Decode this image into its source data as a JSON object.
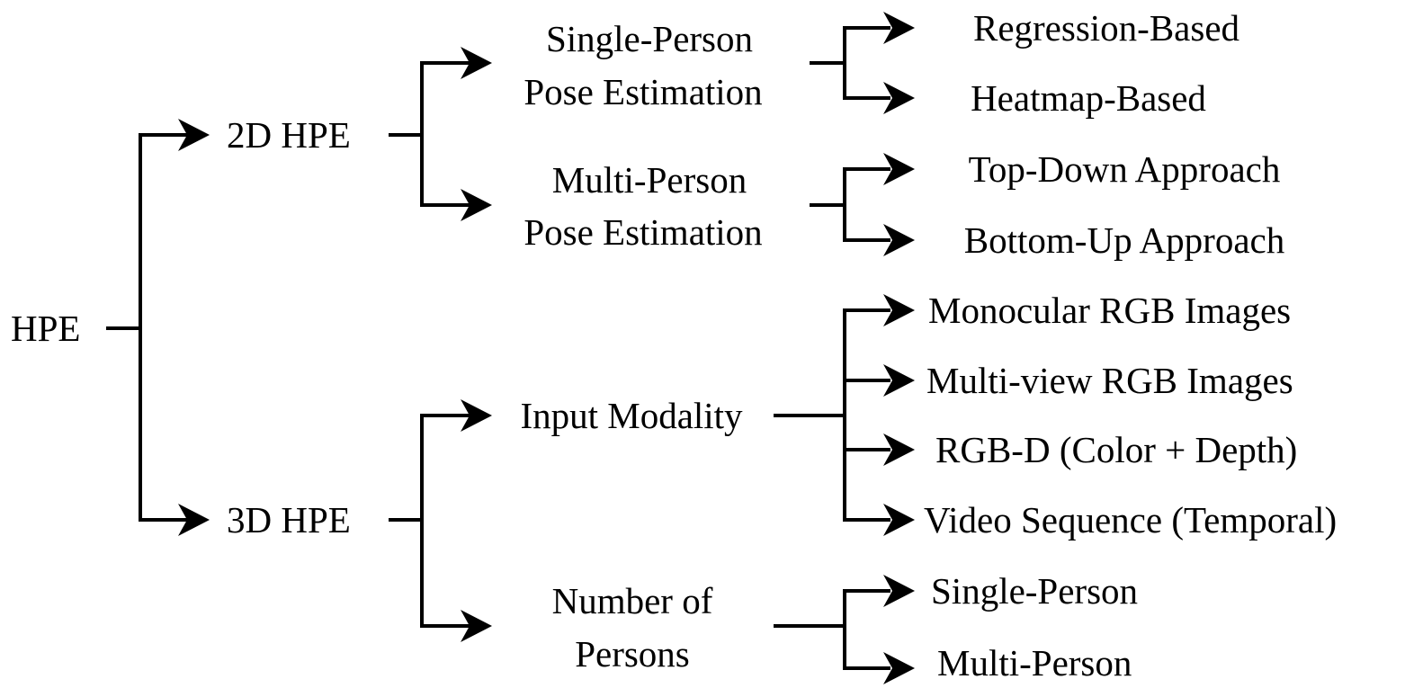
{
  "tree": {
    "root": "HPE",
    "branches": [
      {
        "label": "2D HPE",
        "children": [
          {
            "label_lines": [
              "Single-Person",
              "Pose Estimation"
            ],
            "leaves": [
              "Regression-Based",
              "Heatmap-Based"
            ]
          },
          {
            "label_lines": [
              "Multi-Person",
              "Pose Estimation"
            ],
            "leaves": [
              "Top-Down Approach",
              "Bottom-Up Approach"
            ]
          }
        ]
      },
      {
        "label": "3D HPE",
        "children": [
          {
            "label_lines": [
              "Input Modality"
            ],
            "leaves": [
              "Monocular RGB Images",
              "Multi-view RGB Images",
              "RGB-D (Color + Depth)",
              "Video Sequence (Temporal)"
            ]
          },
          {
            "label_lines": [
              "Number of",
              "Persons"
            ],
            "leaves": [
              "Single-Person",
              "Multi-Person"
            ]
          }
        ]
      }
    ]
  }
}
